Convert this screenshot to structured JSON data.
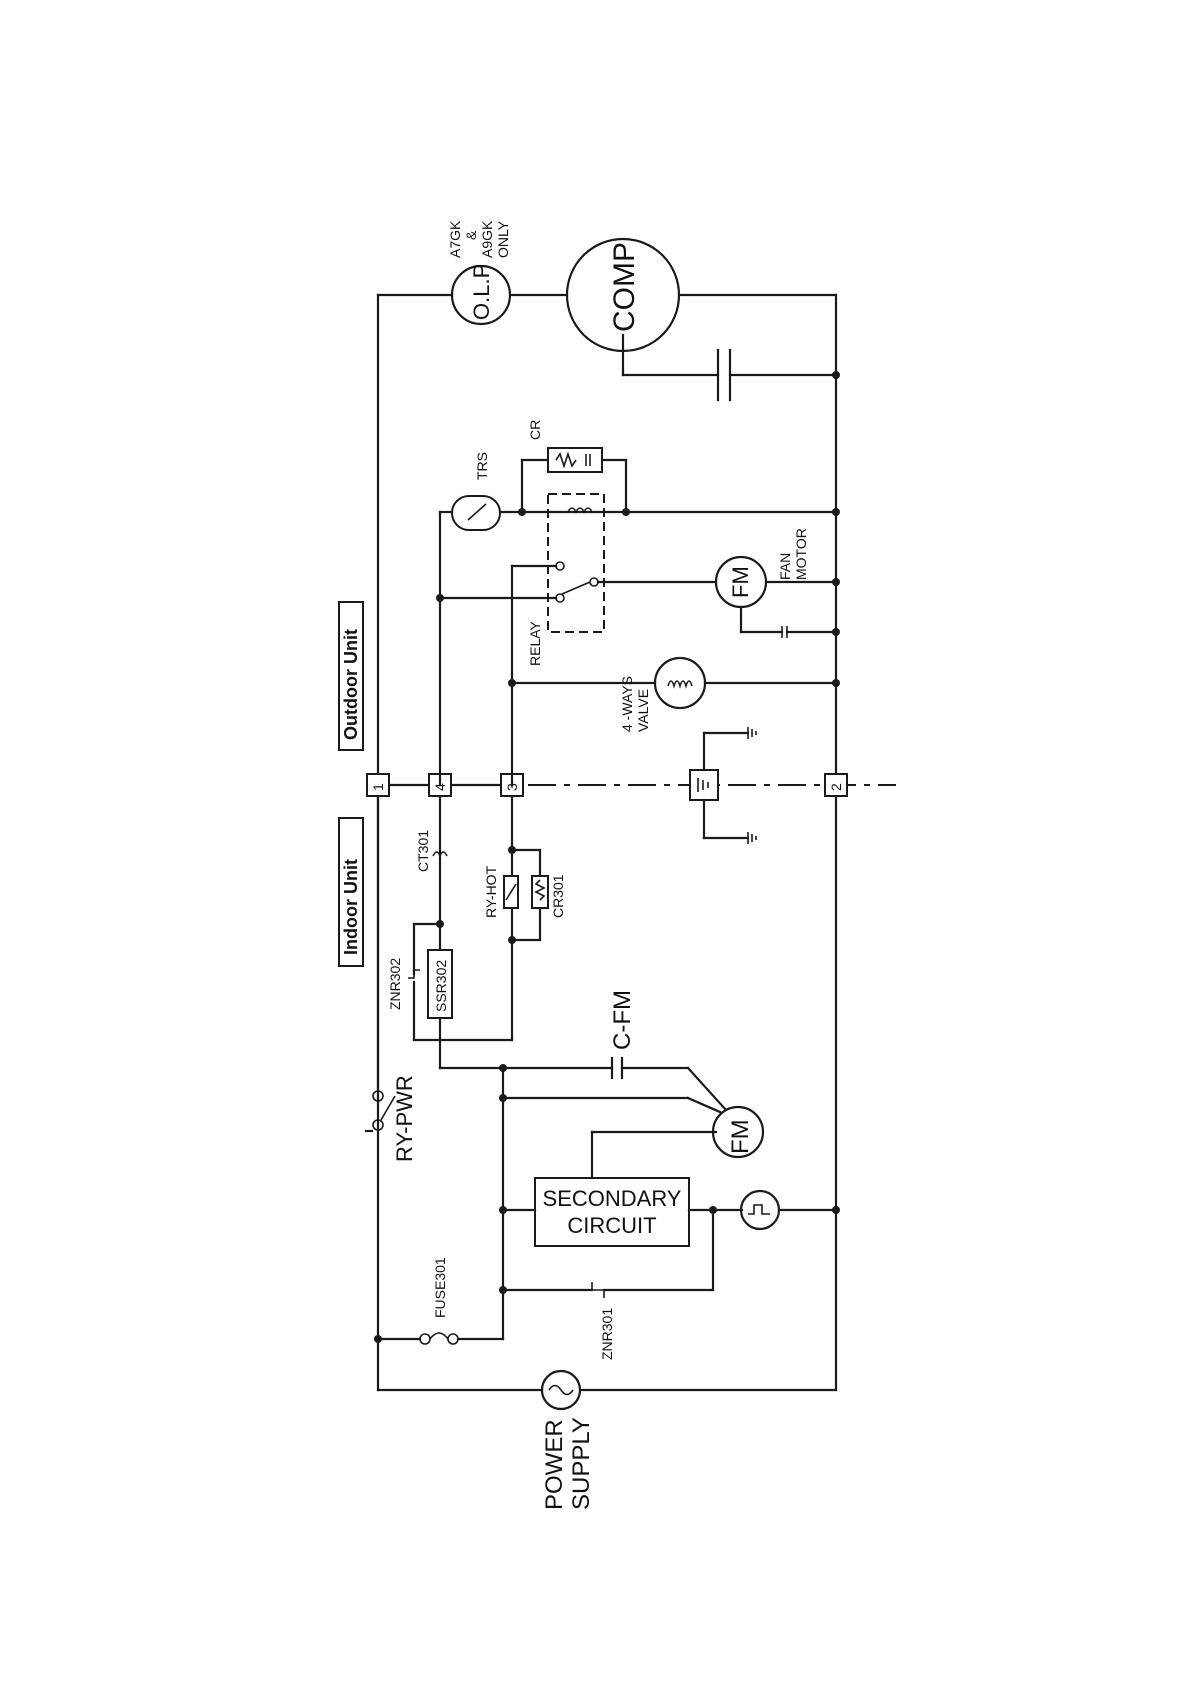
{
  "labels": {
    "outdoor_unit": "Outdoor Unit",
    "indoor_unit": "Indoor Unit",
    "power_supply_line1": "POWER",
    "power_supply_line2": "SUPPLY",
    "fuse": "FUSE301",
    "ry_pwr": "RY-PWR",
    "secondary_line1": "SECONDARY",
    "secondary_line2": "CIRCUIT",
    "znr301": "ZNR301",
    "znr302": "ZNR302",
    "ssr302": "SSR302",
    "ct301": "CT301",
    "ry_hot": "RY-HOT",
    "cr301": "CR301",
    "cfm": "C-FM",
    "fm_indoor": "FM",
    "fm_outdoor": "FM",
    "fan_motor_line1": "FAN",
    "fan_motor_line2": "MOTOR",
    "relay": "RELAY",
    "four_way_line1": "4 -WAYS",
    "four_way_line2": "VALVE",
    "trs": "TRS",
    "cr": "CR",
    "olp": "O.L.P",
    "olp_note_line1": "A7GK",
    "olp_note_line2": "&",
    "olp_note_line3": "A9GK",
    "olp_note_line4": "ONLY",
    "comp": "COMP"
  },
  "terminals": {
    "t1": "1",
    "t2": "2",
    "t3": "3",
    "t4": "4"
  }
}
